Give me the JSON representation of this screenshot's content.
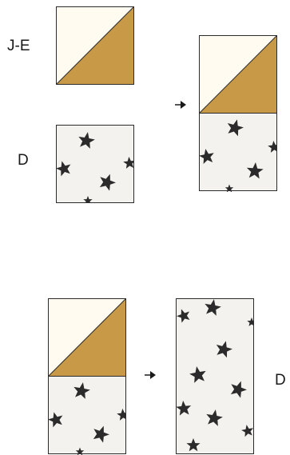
{
  "labels": {
    "top_patch": "J-E",
    "bottom_patch": "D",
    "result_patch": "D"
  },
  "colors": {
    "cream": "#fffbf0",
    "gold": "#c89a48",
    "star_bg": "#f3f2ee",
    "star": "#2b2b2b",
    "outline": "#2b2b2b"
  }
}
